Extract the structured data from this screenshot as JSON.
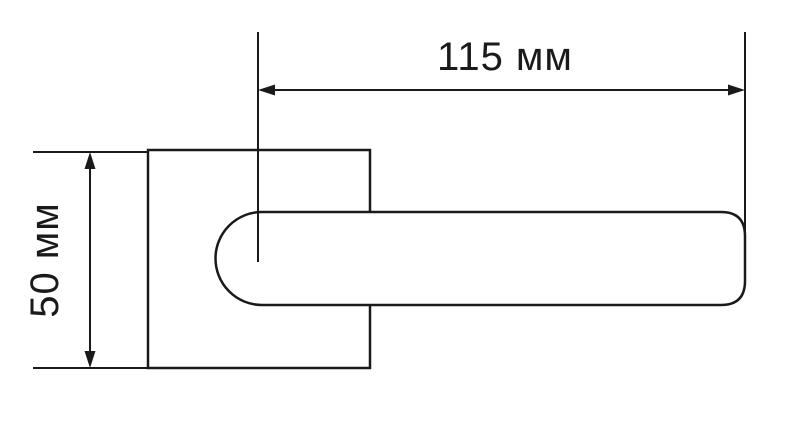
{
  "diagram": {
    "type": "technical-dimension-drawing",
    "subject": "door-handle-on-square-rosette",
    "stroke_color": "#1a1a1a",
    "background_color": "#ffffff",
    "dimensions": {
      "width": {
        "label": "115 мм",
        "value": 115,
        "unit": "мм",
        "orientation": "horizontal"
      },
      "height": {
        "label": "50 мм",
        "value": 50,
        "unit": "мм",
        "orientation": "vertical"
      }
    },
    "parts": [
      {
        "name": "square-rosette-plate"
      },
      {
        "name": "lever-handle"
      }
    ]
  }
}
